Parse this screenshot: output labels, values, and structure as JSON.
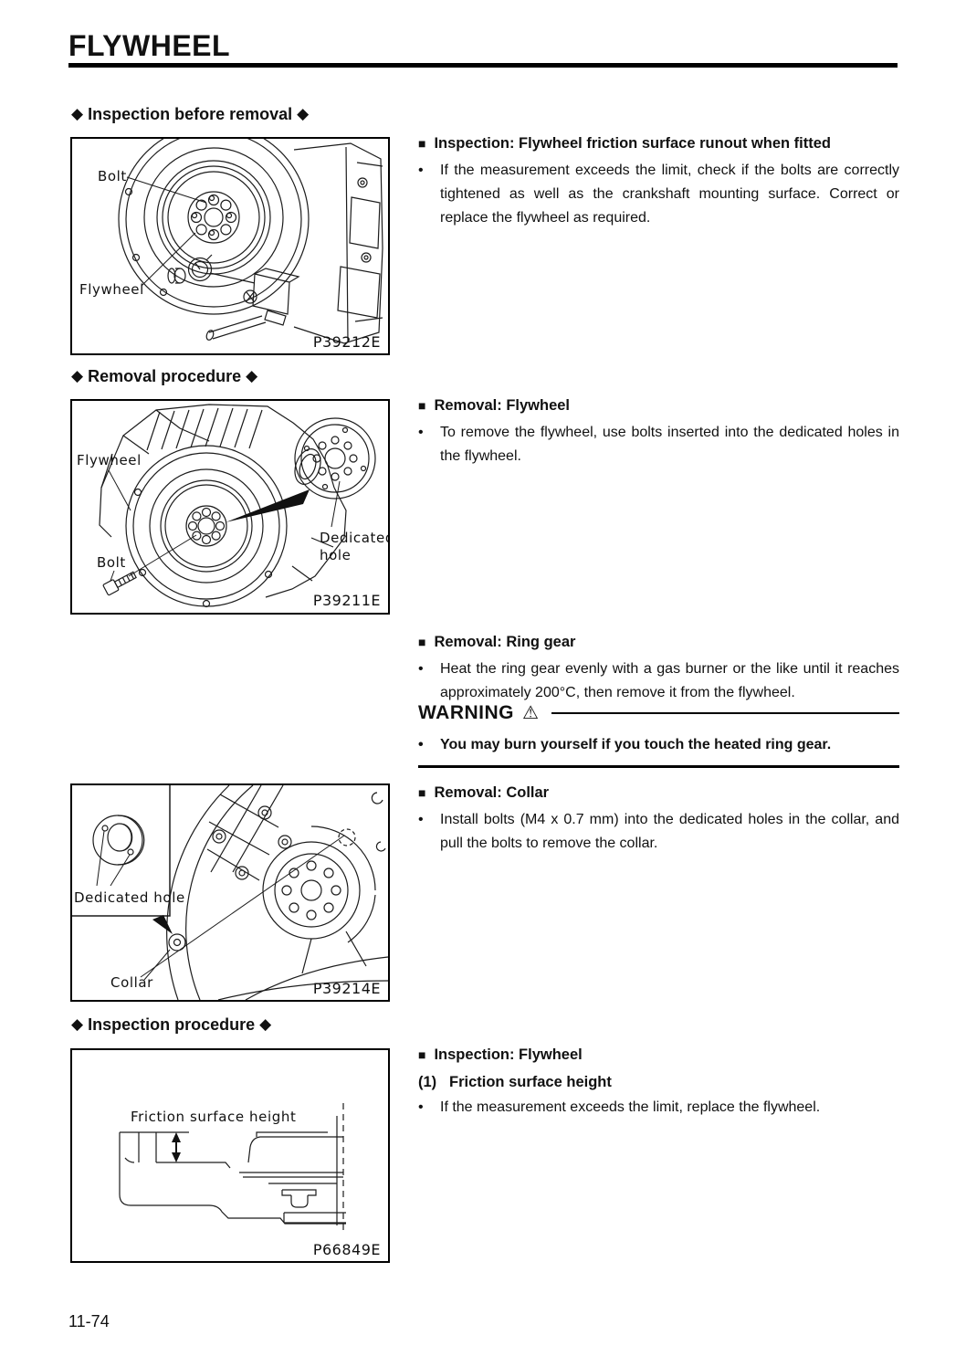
{
  "icons": {
    "diamond": "◆",
    "square": "■",
    "bullet": "•",
    "warning_triangle": "⚠"
  },
  "page": {
    "title": "FLYWHEEL",
    "page_number": "11-74"
  },
  "section_headings": {
    "inspection_before_removal": "Inspection before removal",
    "removal_procedure": "Removal procedure",
    "inspection_procedure": "Inspection procedure"
  },
  "blocks": {
    "inspection_runout": {
      "heading": "Inspection: Flywheel friction surface runout when fitted",
      "bullet": "If the measurement exceeds the limit, check if the bolts are correctly tightened as well as the crankshaft mounting surface. Correct or replace the flywheel as required."
    },
    "removal_flywheel": {
      "heading": "Removal: Flywheel",
      "bullet": "To remove the flywheel, use bolts inserted into the dedicated holes in the flywheel."
    },
    "removal_ring_gear": {
      "heading": "Removal: Ring gear",
      "bullet": "Heat the ring gear evenly with a gas burner or the like until it reaches approximately 200°C, then remove it from the flywheel."
    },
    "warning": {
      "label": "WARNING",
      "bullet": "You may burn yourself if you touch the heated ring gear."
    },
    "removal_collar": {
      "heading": "Removal: Collar",
      "bullet": "Install bolts (M4 x 0.7 mm) into the dedicated holes in the collar, and pull the bolts to remove the collar."
    },
    "inspection_flywheel": {
      "heading": "Inspection: Flywheel",
      "item_number": "(1)",
      "item_heading": "Friction surface height",
      "bullet": "If the measurement exceeds the limit, replace the flywheel."
    }
  },
  "figures": {
    "runout": {
      "code": "P39212E",
      "labels": {
        "bolt": "Bolt",
        "flywheel": "Flywheel"
      }
    },
    "removal": {
      "code": "P39211E",
      "labels": {
        "flywheel": "Flywheel",
        "bolt": "Bolt",
        "dedicated_line1": "Dedicated",
        "dedicated_line2": "hole"
      }
    },
    "collar": {
      "code": "P39214E",
      "labels": {
        "dedicated_hole": "Dedicated hole",
        "collar": "Collar"
      }
    },
    "friction": {
      "code": "P66849E",
      "labels": {
        "friction_surface_height": "Friction surface height"
      }
    }
  }
}
